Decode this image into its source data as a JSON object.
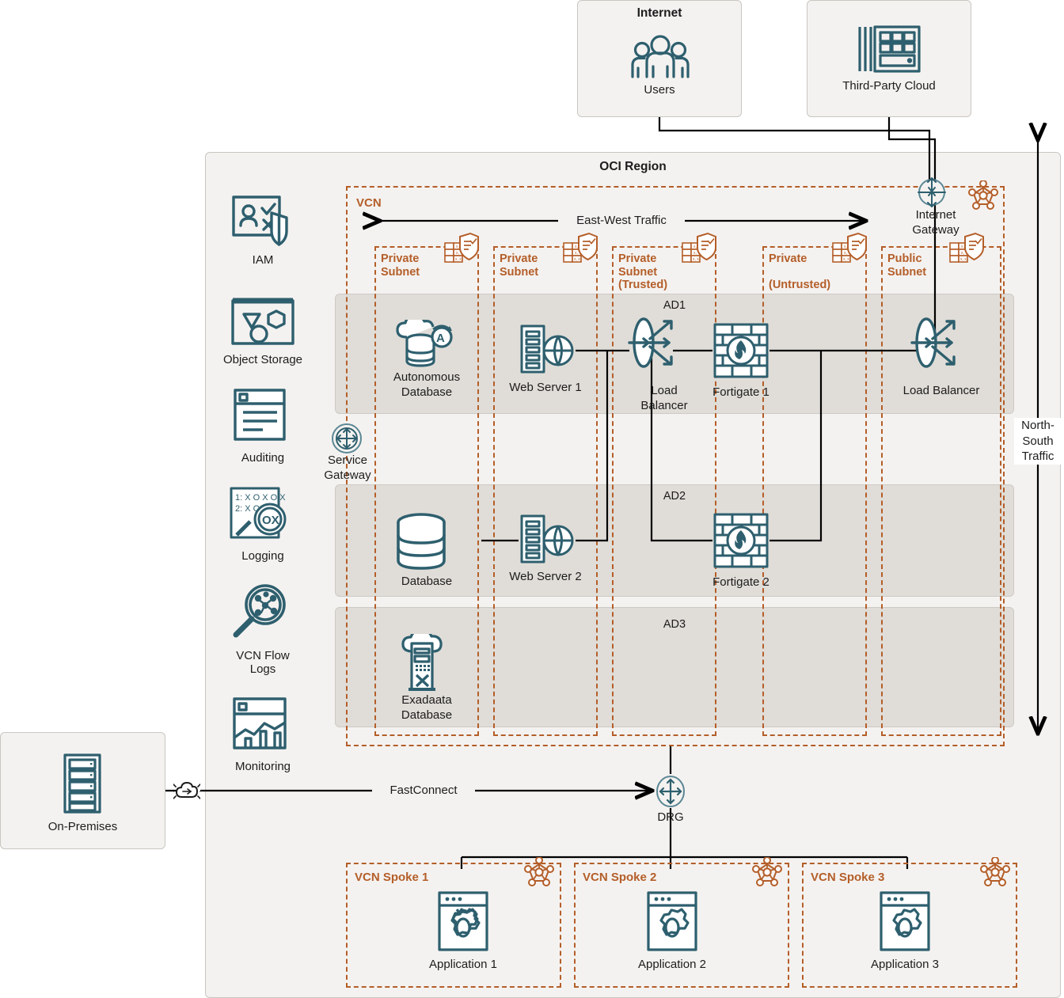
{
  "diagram": {
    "title": "OCI Region",
    "external": [
      {
        "id": "internet",
        "title": "Internet",
        "icon": "users-icon",
        "label": "Users"
      },
      {
        "id": "third-party-cloud",
        "title": "",
        "icon": "third-party-cloud-icon",
        "label": "Third-Party Cloud"
      }
    ],
    "region_label": "OCI Region",
    "vcn_label": "VCN",
    "traffic": {
      "east_west": "East-West Traffic",
      "north_south": "North-\nSouth\nTraffic"
    },
    "gateways": [
      {
        "id": "internet-gateway",
        "label": "Internet\nGateway",
        "icon": "internet-gateway-icon"
      },
      {
        "id": "service-gateway",
        "label": "Service\nGateway",
        "icon": "service-gateway-icon"
      },
      {
        "id": "drg",
        "label": "DRG",
        "icon": "drg-icon"
      }
    ],
    "services": [
      {
        "id": "iam",
        "label": "IAM",
        "icon": "iam-icon"
      },
      {
        "id": "object-storage",
        "label": "Object Storage",
        "icon": "object-storage-icon"
      },
      {
        "id": "auditing",
        "label": "Auditing",
        "icon": "auditing-icon"
      },
      {
        "id": "logging",
        "label": "Logging",
        "icon": "logging-icon"
      },
      {
        "id": "vcn-flow-logs",
        "label": "VCN Flow\nLogs",
        "icon": "vcn-flow-logs-icon"
      },
      {
        "id": "monitoring",
        "label": "Monitoring",
        "icon": "monitoring-icon"
      }
    ],
    "subnets": [
      {
        "id": "private-subnet-1",
        "label": "Private\nSubnet"
      },
      {
        "id": "private-subnet-2",
        "label": "Private\nSubnet"
      },
      {
        "id": "private-subnet-trusted",
        "label": "Private\nSubnet\n(Trusted)"
      },
      {
        "id": "private-subnet-untrusted",
        "label": "Private\n\n(Untrusted)"
      },
      {
        "id": "public-subnet",
        "label": "Public\nSubnet"
      }
    ],
    "availability_domains": [
      {
        "id": "ad1",
        "label": "AD1"
      },
      {
        "id": "ad2",
        "label": "AD2"
      },
      {
        "id": "ad3",
        "label": "AD3"
      }
    ],
    "resources": [
      {
        "id": "autonomous-database",
        "label": "Autonomous\nDatabase",
        "icon": "autonomous-database-icon",
        "ad": "AD1",
        "subnet": "private-subnet-1"
      },
      {
        "id": "web-server-1",
        "label": "Web Server 1",
        "icon": "web-server-icon",
        "ad": "AD1",
        "subnet": "private-subnet-2"
      },
      {
        "id": "load-balancer-internal",
        "label": "Load\nBalancer",
        "icon": "load-balancer-icon",
        "ad": "AD1",
        "subnet": "private-subnet-trusted"
      },
      {
        "id": "fortigate-1",
        "label": "Fortigate 1",
        "icon": "firewall-icon",
        "ad": "AD1",
        "subnet": "private-subnet-trusted"
      },
      {
        "id": "load-balancer-public",
        "label": "Load Balancer",
        "icon": "load-balancer-icon",
        "ad": "AD1",
        "subnet": "public-subnet"
      },
      {
        "id": "database",
        "label": "Database",
        "icon": "database-icon",
        "ad": "AD2",
        "subnet": "private-subnet-1"
      },
      {
        "id": "web-server-2",
        "label": "Web Server 2",
        "icon": "web-server-icon",
        "ad": "AD2",
        "subnet": "private-subnet-2"
      },
      {
        "id": "fortigate-2",
        "label": "Fortigate 2",
        "icon": "firewall-icon",
        "ad": "AD2",
        "subnet": "private-subnet-trusted"
      },
      {
        "id": "exadata-database",
        "label": "Exadaata\nDatabase",
        "icon": "exadata-icon",
        "ad": "AD3",
        "subnet": "private-subnet-1"
      }
    ],
    "onprem": {
      "id": "on-premises",
      "label": "On-Premises",
      "icon": "on-premises-icon"
    },
    "fastconnect_label": "FastConnect",
    "spokes": [
      {
        "id": "vcn-spoke-1",
        "label": "VCN Spoke 1",
        "app": "Application 1",
        "icon": "application-icon"
      },
      {
        "id": "vcn-spoke-2",
        "label": "VCN Spoke 2",
        "app": "Application 2",
        "icon": "application-icon"
      },
      {
        "id": "vcn-spoke-3",
        "label": "VCN Spoke 3",
        "app": "Application 3",
        "icon": "application-icon"
      }
    ],
    "colors": {
      "teal": "#2e5f6e",
      "orange": "#b45e29",
      "panel_bg": "#f4f2f0",
      "ad_bg": "#e0ddd8",
      "line": "#000000"
    }
  }
}
